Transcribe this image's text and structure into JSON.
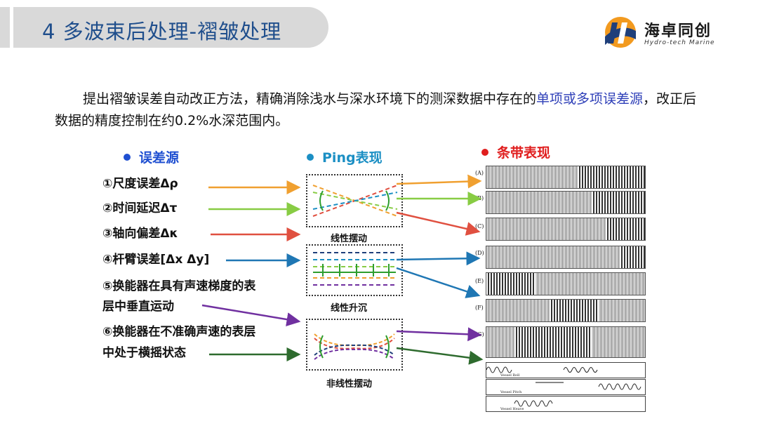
{
  "title": "4 多波束后处理-褶皱处理",
  "logo": {
    "name": "海卓同创",
    "subtitle": "Hydro-tech Marine"
  },
  "paragraph": {
    "part1": "提出褶皱误差自动改正方法，精确消除浅水与深水环境下的测深数据中存在的",
    "highlight": "单项或多项误差源",
    "part2": "，改正后数据的精度控制在约0.2%水深范围内。"
  },
  "headings": {
    "errors": "误差源",
    "ping": "Ping表现",
    "strip": "条带表现"
  },
  "colors": {
    "blue_dot": "#1f4fd1",
    "teal_dot": "#1b8fc4",
    "red_dot": "#e01e1e",
    "orange": "#f0a030",
    "green": "#88cc44",
    "red": "#e05040",
    "blue": "#1f77b4",
    "purple": "#7030a0",
    "darkgreen": "#2e6b2e"
  },
  "errors": [
    "①尺度误差Δρ",
    "②时间延迟Δτ",
    "③轴向偏差Δκ",
    "④杆臂误差[Δx Δy]",
    "⑤换能器在具有声速梯度的表",
    "层中垂直运动",
    "⑥换能器在不准确声速的表层",
    "中处于横摇状态"
  ],
  "ping_labels": [
    "线性摆动",
    "线性升沉",
    "非线性摆动"
  ],
  "strip_labels": [
    "(A)",
    "(B)",
    "(C)",
    "(D)",
    "(E)",
    "(F)",
    "(G)"
  ],
  "wave_labels": [
    "Vessel Roll",
    "Vessel Pitch",
    "Vessel Heave"
  ]
}
